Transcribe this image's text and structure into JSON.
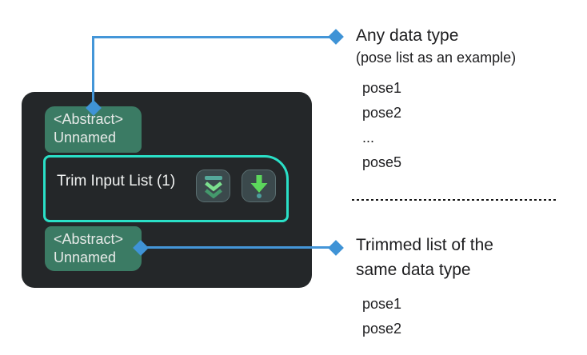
{
  "colors": {
    "node_background": "#242729",
    "port_green": "#3b7b64",
    "highlight_cyan": "#2ae0c7",
    "connector_blue": "#4496d8",
    "button_background": "#3b494c",
    "arrow_green": "#5cd65c",
    "chevron_light_green": "#7ce08e",
    "chevron_dark_green": "#44996c",
    "icon_bar_teal": "#55a89a",
    "dot_teal": "#4d9d9c"
  },
  "node": {
    "title": "Trim Input List (1)",
    "input_port": {
      "type": "<Abstract>",
      "name": "Unnamed"
    },
    "output_port": {
      "type": "<Abstract>",
      "name": "Unnamed"
    },
    "toolbar": {
      "collapse_icon": "double-chevron-down-icon",
      "execute_icon": "arrow-down-step-icon"
    }
  },
  "annotations": {
    "input": {
      "title": "Any data type",
      "subtitle": "(pose list as an example)",
      "items": [
        "pose1",
        "pose2",
        "...",
        "pose5"
      ]
    },
    "output": {
      "title": "Trimmed list of the same data type",
      "items": [
        "pose1",
        "pose2"
      ]
    }
  }
}
